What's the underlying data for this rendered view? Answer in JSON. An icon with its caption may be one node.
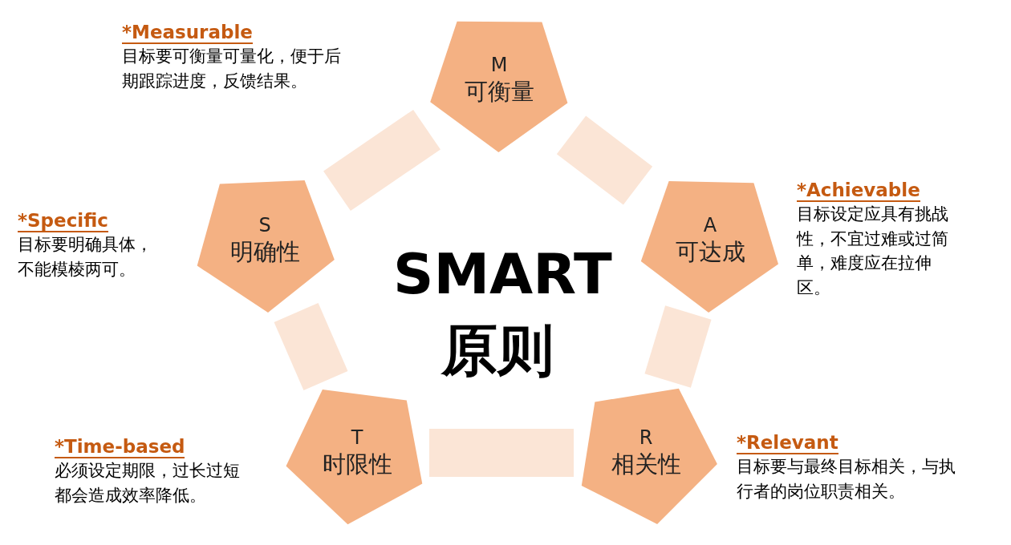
{
  "diagram": {
    "title": "SMART 原则",
    "nodes": [
      {
        "text": [
          "M",
          "可衡量"
        ]
      },
      {
        "text": [
          "A",
          "可达成"
        ]
      },
      {
        "text": [
          "R",
          "相关性"
        ]
      },
      {
        "text": [
          "T",
          "时限性"
        ]
      },
      {
        "text": [
          "S",
          "明确性"
        ]
      }
    ],
    "edges": [
      {
        "from": 0,
        "to": 1,
        "arrow": "none"
      },
      {
        "from": 1,
        "to": 2,
        "arrow": "none"
      },
      {
        "from": 2,
        "to": 3,
        "arrow": "none"
      },
      {
        "from": 3,
        "to": 4,
        "arrow": "none"
      },
      {
        "from": 4,
        "to": 0,
        "arrow": "none"
      }
    ],
    "labels": [
      "*Measurable",
      "目标要可衡量可量化，便于后期跟踪进度，反馈结果。",
      "*Achievable",
      "目标设定应具有挑战性，不宜过难或过简单，难度应在拉伸区。",
      "*Specific",
      "目标要明确具体，不能模棱两可。",
      "*Relevant",
      "目标要与最终目标相关，与执行者的岗位职责相关。",
      "*Time-based",
      "必须设定期限，过长过短都会造成效率降低。"
    ]
  }
}
